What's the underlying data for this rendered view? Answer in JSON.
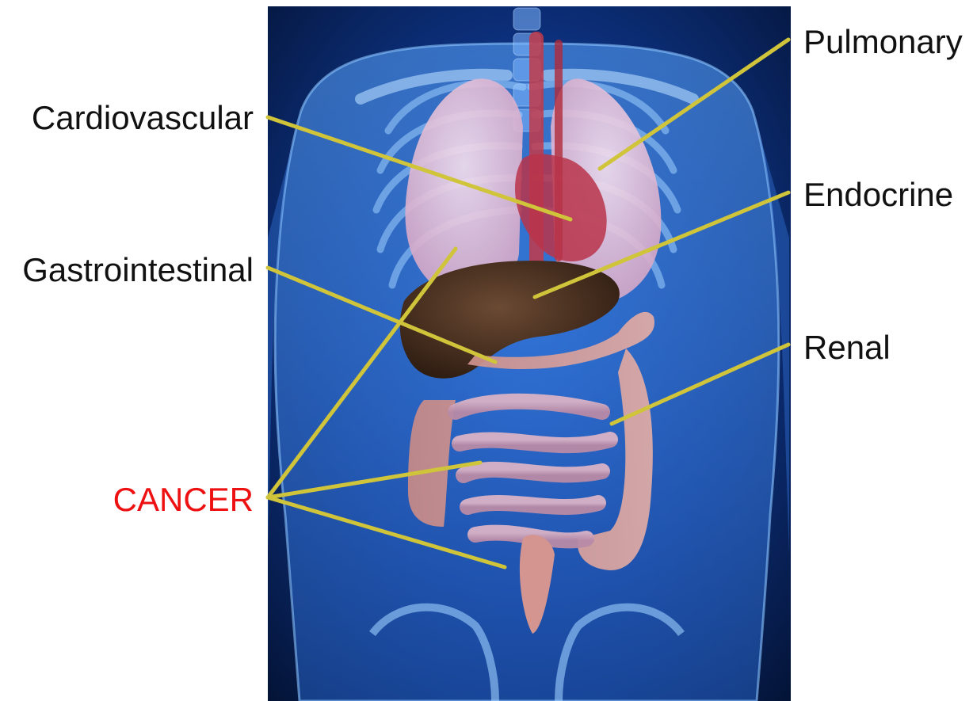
{
  "colors": {
    "leader_line": "#cfc43a",
    "cancer_label": "#ee1111",
    "label_text": "#111111",
    "background_panel": "#0a2a6a",
    "body_glow": "#3f8dff"
  },
  "labels": {
    "pulmonary": "Pulmonary",
    "cardiovascular": "Cardiovascular",
    "endocrine": "Endocrine",
    "gastrointestinal": "Gastrointestinal",
    "renal": "Renal",
    "cancer": "CANCER"
  },
  "image": {
    "subject": "anatomy-torso-illustration",
    "organs_shown": [
      "lungs",
      "heart",
      "liver",
      "colon",
      "small-intestine",
      "spine",
      "rib-cage",
      "pelvis"
    ]
  }
}
